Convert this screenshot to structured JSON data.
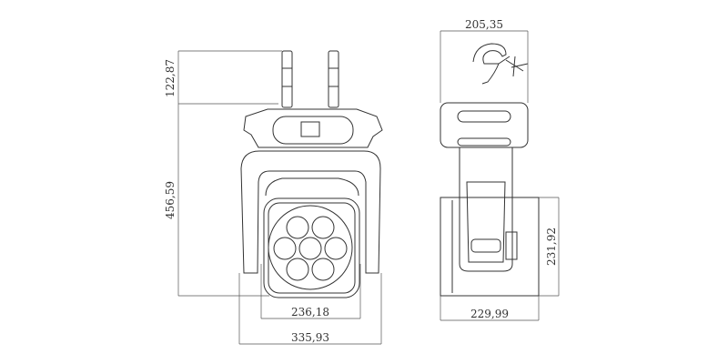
{
  "title": "Moving head light fixture dimension drawing",
  "front_view": {
    "dimensions": {
      "antenna_height": "122,87",
      "total_height": "456,59",
      "head_width": "236,18",
      "total_width": "335,93"
    }
  },
  "side_view": {
    "dimensions": {
      "base_width": "205,35",
      "head_height": "231,92",
      "head_depth": "229,99"
    }
  }
}
